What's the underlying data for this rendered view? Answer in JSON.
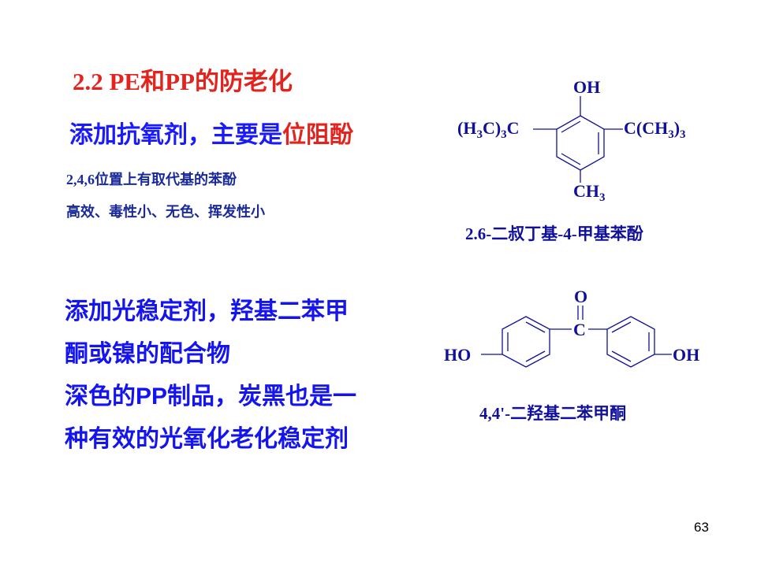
{
  "title": "2.2 PE和PP的防老化",
  "subtitle": {
    "part1": "添加抗氧剂，主要是",
    "part2": "位阻酚"
  },
  "notes": {
    "line1_num": "2,4,6",
    "line1_text": "位置上有取代基的苯酚",
    "line2": "高效、毒性小、无色、挥发性小"
  },
  "body_lines": [
    "添加光稳定剂，羟基二苯甲",
    "酮或镍的配合物",
    "深色的PP制品，炭黑也是一",
    "种有效的光氧化老化稳定剂"
  ],
  "structure1": {
    "oh": "OH",
    "left": {
      "a": "(H",
      "s1": "3",
      "b": "C)",
      "s2": "3",
      "c": "C"
    },
    "right": {
      "a": "C(CH",
      "s1": "3",
      "b": ")",
      "s2": "3"
    },
    "bottom": {
      "a": "CH",
      "s": "3"
    },
    "caption": "2.6-二叔丁基-4-甲基苯酚"
  },
  "structure2": {
    "o": "O",
    "c": "C",
    "ho": "HO",
    "oh": "OH",
    "caption": "4,4'-二羟基二苯甲酮"
  },
  "page_number": "63"
}
